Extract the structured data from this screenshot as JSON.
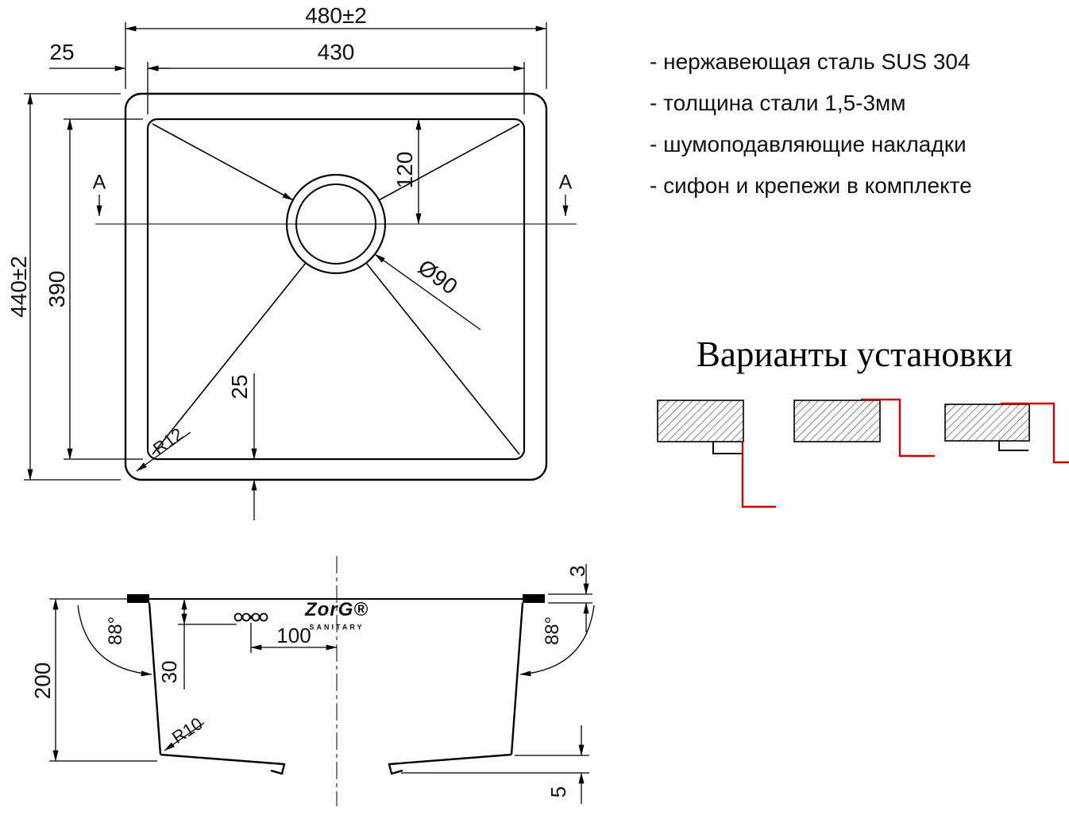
{
  "features": {
    "items": [
      "- нержавеющая сталь SUS 304",
      "- толщина стали 1,5-3мм",
      "- шумоподавляющие накладки",
      "- сифон и крепежи в комплекте"
    ]
  },
  "installation": {
    "title": "Варианты установки"
  },
  "top_view": {
    "width_overall": "480±2",
    "width_inner": "430",
    "offset_top_left": "25",
    "height_overall": "440±2",
    "height_inner": "390",
    "drain_offset": "120",
    "drain_diameter": "Ø90",
    "offset_bottom": "25",
    "corner_radius": "R12",
    "section_a_left": "A",
    "section_a_right": "A"
  },
  "section_view": {
    "depth": "200",
    "angle_left": "88°",
    "angle_right": "88°",
    "holes_offset": "100",
    "holes_depth": "30",
    "bottom_radius": "R10",
    "rim_thickness": "3",
    "bottom_lip": "5",
    "brand": "ZorG®",
    "brand_sub": "SANITARY"
  },
  "colors": {
    "line": "#000000",
    "accent_red": "#d40000"
  }
}
